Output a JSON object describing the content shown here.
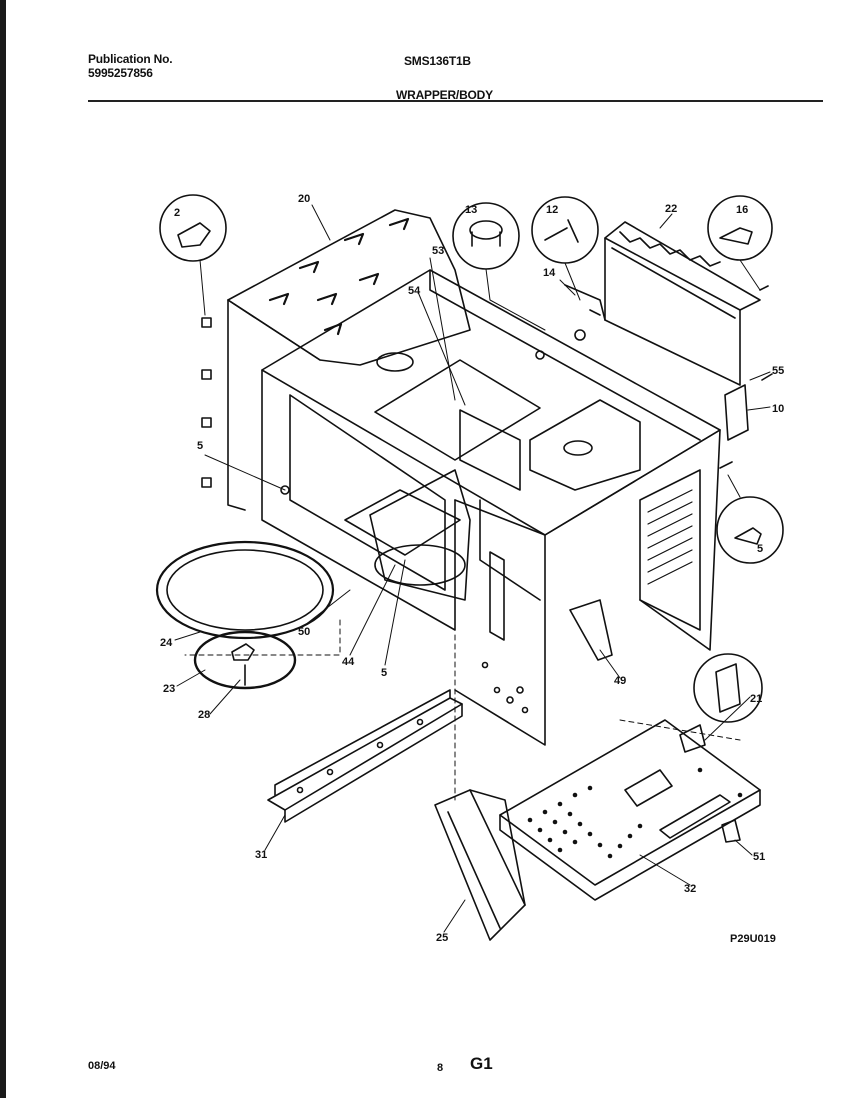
{
  "header": {
    "pub_label": "Publication No.",
    "pub_number": "5995257856",
    "model": "SMS136T1B",
    "section": "WRAPPER/BODY"
  },
  "diagram": {
    "drawing_code": "P29U019",
    "callouts": [
      "2",
      "20",
      "13",
      "12",
      "22",
      "16",
      "53",
      "54",
      "14",
      "55",
      "10",
      "5",
      "5",
      "24",
      "23",
      "28",
      "50",
      "44",
      "5",
      "49",
      "21",
      "31",
      "25",
      "32",
      "51"
    ]
  },
  "footer": {
    "date": "08/94",
    "page": "8",
    "group": "G1"
  }
}
